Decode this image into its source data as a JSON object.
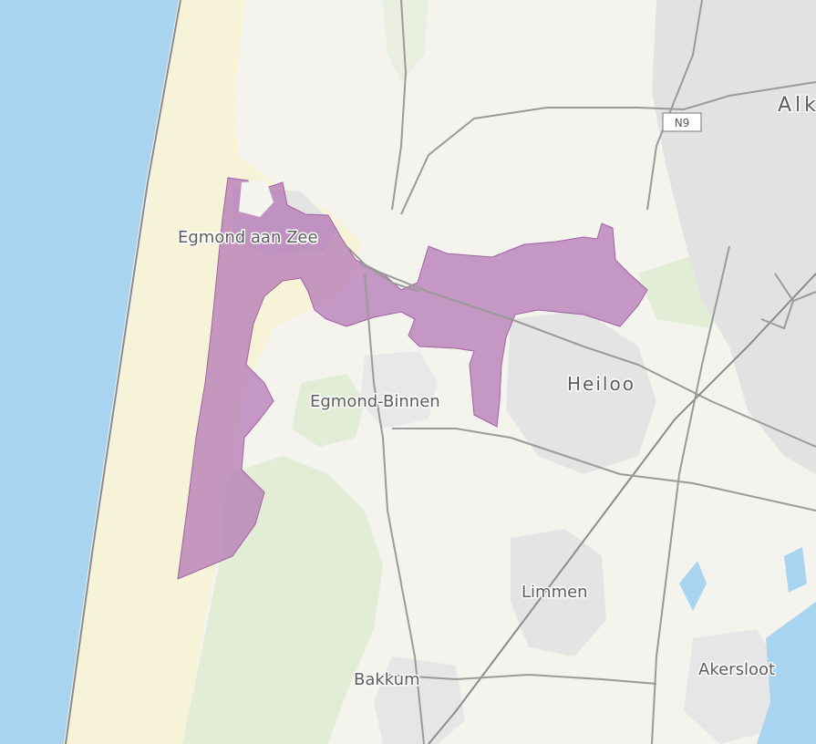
{
  "map": {
    "places": {
      "egmond_aan_zee": "Egmond aan Zee",
      "egmond_binnen": "Egmond-Binnen",
      "heiloo": "Heiloo",
      "limmen": "Limmen",
      "bakkum": "Bakkum",
      "akersloot": "Akersloot",
      "alkmaar_partial": "Alk"
    },
    "road_shield": "N9",
    "colors": {
      "sea": "#a9d4f0",
      "beach": "#f6f3d8",
      "dunes": "#f4f4de",
      "land": "#f4f3ee",
      "forest": "#e3ecd5",
      "urban": "#e2e2e2",
      "highlighted_region": "#b273b4",
      "roads": "#9a9a9a",
      "water_inland": "#a9d4f0"
    }
  }
}
